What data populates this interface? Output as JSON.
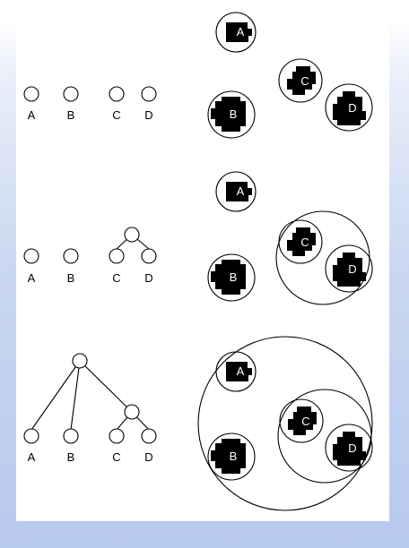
{
  "leaf_labels": [
    "A",
    "B",
    "C",
    "D"
  ],
  "stages": [
    {
      "leaves": [
        "A",
        "B",
        "C",
        "D"
      ],
      "merged": []
    },
    {
      "leaves": [
        "A",
        "B",
        "C",
        "D"
      ],
      "merged": [
        [
          "C",
          "D"
        ]
      ]
    },
    {
      "leaves": [
        "A",
        "B",
        "C",
        "D"
      ],
      "merged": [
        [
          "C",
          "D"
        ],
        [
          "A",
          "B",
          "C",
          "D"
        ]
      ]
    }
  ],
  "colors": {
    "background_top": "#ffffff",
    "background_bottom": "#b8c9ee",
    "panel": "#ffffff",
    "ink": "#000000",
    "blob_text": "#ffffff"
  }
}
